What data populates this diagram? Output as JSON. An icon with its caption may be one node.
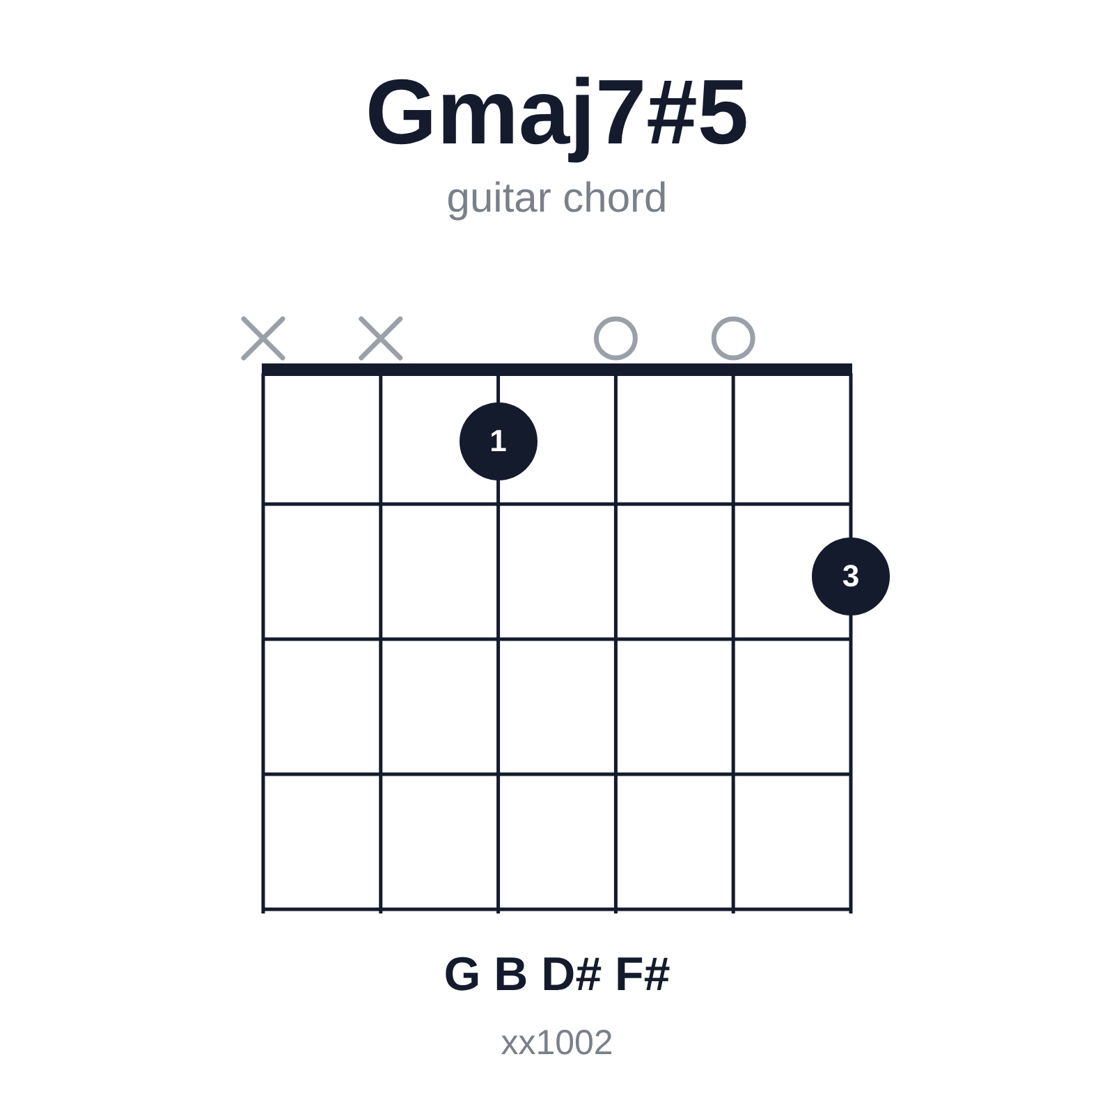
{
  "diagram": {
    "title": "Gmaj7#5",
    "nodes": [
      {
        "text": [
          "1"
        ]
      },
      {
        "text": [
          "3"
        ]
      }
    ],
    "labels": [
      "guitar chord",
      "G B D# F#",
      "xx1002"
    ]
  }
}
